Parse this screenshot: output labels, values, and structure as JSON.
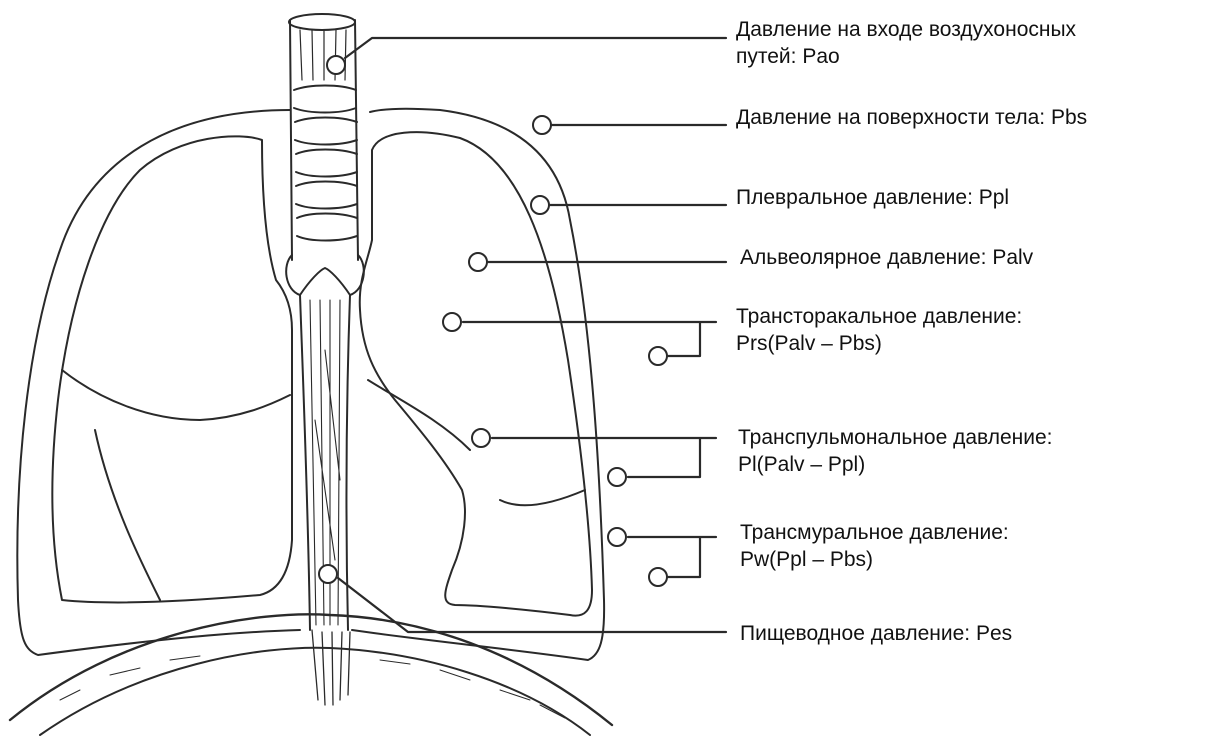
{
  "labels": {
    "airway_opening": {
      "line1": "Давление на входе воздухоносных",
      "line2": "путей: Pao"
    },
    "body_surface": {
      "text": "Давление на поверхности тела: Pbs"
    },
    "pleural": {
      "text": "Плевральное давление: Ppl"
    },
    "alveolar": {
      "text": "Альвеолярное давление: Palv"
    },
    "transthoracic": {
      "line1": "Трансторакальное давление:",
      "line2": "Prs(Palv – Pbs)"
    },
    "transpulmonary": {
      "line1": "Транспульмональное давление:",
      "line2": "Pl(Palv – Ppl)"
    },
    "transmural": {
      "line1": "Трансмуральное давление:",
      "line2": "Pw(Ppl – Pbs)"
    },
    "esophageal": {
      "text": "Пищеводное давление: Pes"
    }
  },
  "colors": {
    "ink": "#2a2a2a",
    "text": "#111111",
    "background": "#ffffff"
  }
}
